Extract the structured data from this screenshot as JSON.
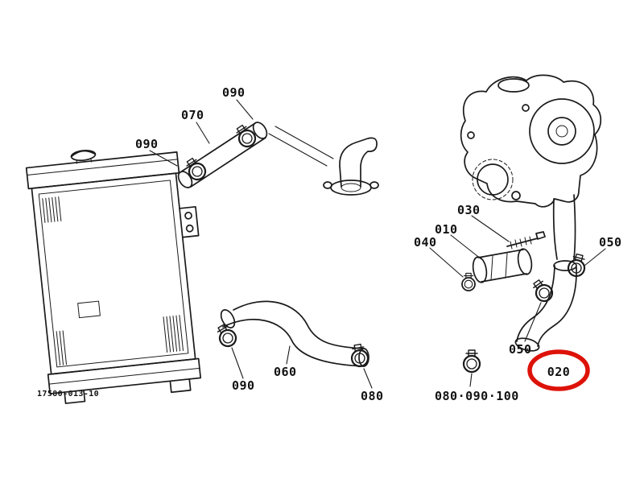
{
  "diagram": {
    "type": "exploded-parts-diagram",
    "subject": "radiator and coolant hose assembly",
    "part_ref_code": "17580-013-10",
    "highlight_color": "#dd1208",
    "line_color": "#1a1a1a",
    "circled_part": "020",
    "labels": [
      {
        "id": "090-upper-hose-lower-clamp",
        "text": "090"
      },
      {
        "id": "070-upper-hose",
        "text": "070"
      },
      {
        "id": "090-upper-hose-upper-clamp",
        "text": "090"
      },
      {
        "id": "030-stud",
        "text": "030"
      },
      {
        "id": "010-fitting",
        "text": "010"
      },
      {
        "id": "040-clamp",
        "text": "040"
      },
      {
        "id": "050-upper-clamp",
        "text": "050"
      },
      {
        "id": "090-lower-hose-clamp",
        "text": "090"
      },
      {
        "id": "060-lower-hose",
        "text": "060"
      },
      {
        "id": "080-clamp",
        "text": "080"
      },
      {
        "id": "050-lower-clamp",
        "text": "050"
      },
      {
        "id": "020-hose-circled",
        "text": "020"
      },
      {
        "id": "080-090-100-clamp-set",
        "text": "080·090·100"
      }
    ]
  }
}
